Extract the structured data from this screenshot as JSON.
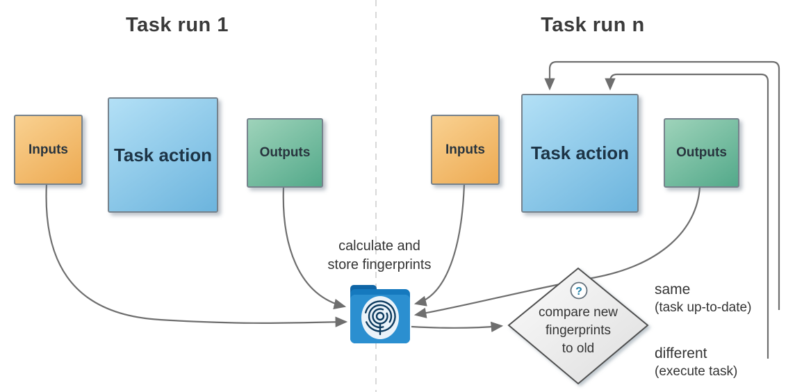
{
  "titles": {
    "left": "Task run 1",
    "right": "Task run n"
  },
  "boxes": {
    "inputs_1": "Inputs",
    "task_action_1": "Task action",
    "outputs_1": "Outputs",
    "inputs_n": "Inputs",
    "task_action_n": "Task action",
    "outputs_n": "Outputs"
  },
  "fingerprint": {
    "caption_line1": "calculate and",
    "caption_line2": "store fingerprints",
    "icon": "fingerprint-folder-icon"
  },
  "diamond": {
    "question_mark": "?",
    "lines": [
      "compare new",
      "fingerprints",
      "to old"
    ]
  },
  "outcomes": {
    "same_label": "same",
    "same_detail": "(task up-to-date)",
    "different_label": "different",
    "different_detail": "(execute task)"
  },
  "colors": {
    "inputs_box": "#edaa52",
    "task_action_box": "#6cb4dd",
    "outputs_box": "#53a98a",
    "folder_blue": "#1579be",
    "arrow_gray": "#6e6e6e",
    "diamond_fill": "#ececec",
    "diamond_border": "#4f4f4f",
    "divider": "#d8d8d8"
  }
}
